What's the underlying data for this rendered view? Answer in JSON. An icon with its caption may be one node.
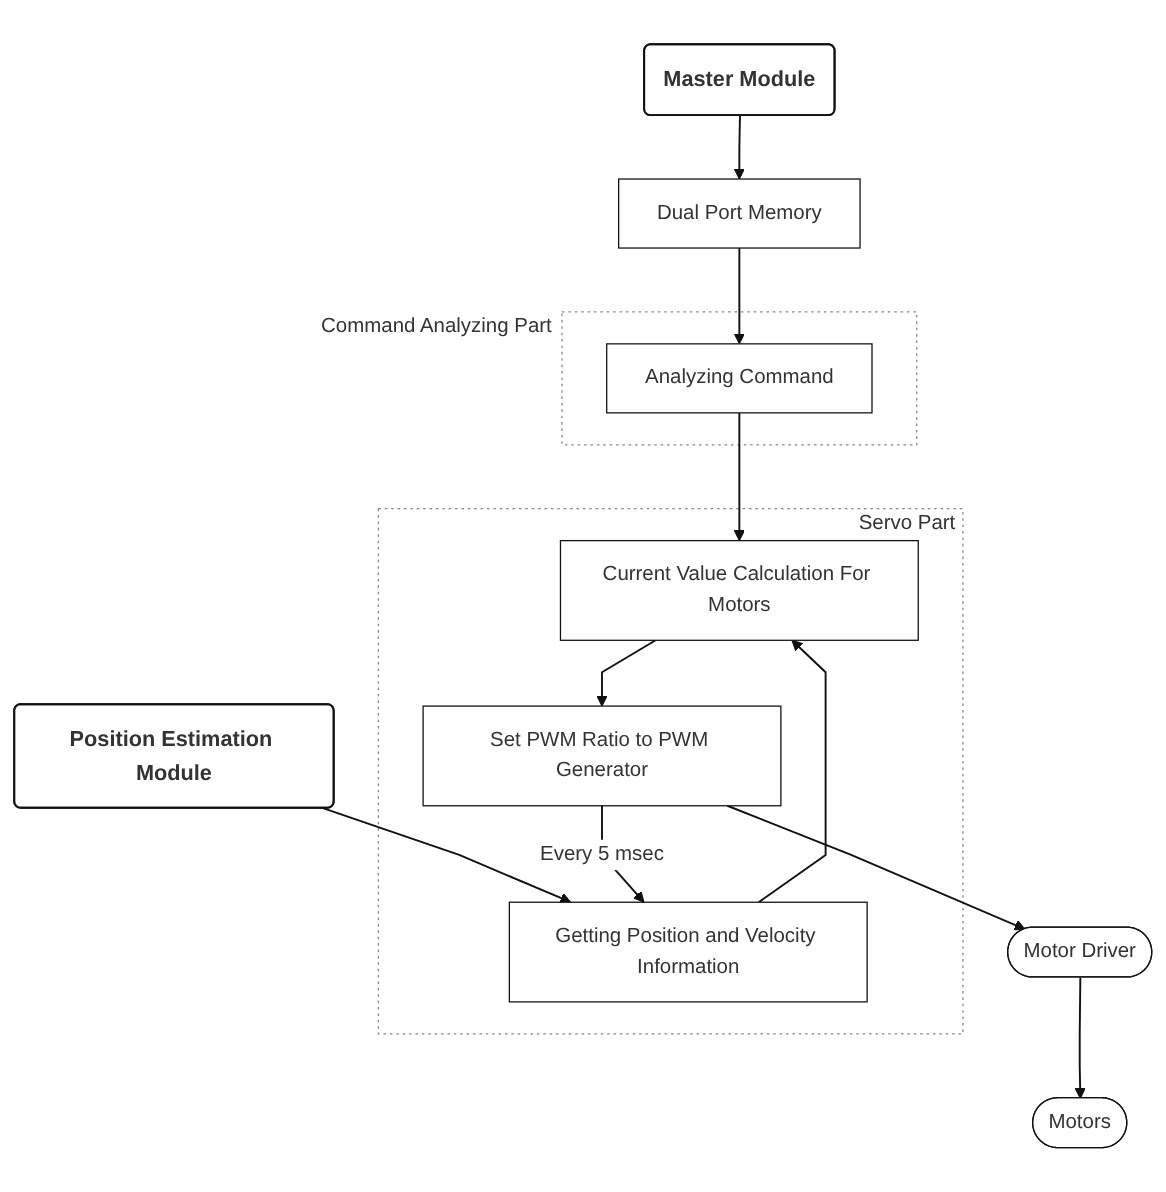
{
  "diagram": {
    "nodes": [
      {
        "text": [
          "Master Module"
        ]
      },
      {
        "text": [
          "Position Estimation Module"
        ]
      },
      {
        "text": [
          "Dual Port Memory"
        ]
      },
      {
        "text": [
          "Command Analyzing Part"
        ]
      },
      {
        "text": [
          "Analyzing Command"
        ],
        "in": 3
      },
      {
        "text": [
          "Servo Part"
        ]
      },
      {
        "text": [
          "Getting Position and Velocity Information"
        ],
        "in": 5
      },
      {
        "text": [
          "Current Value Calculation For Motors"
        ],
        "in": 5
      },
      {
        "text": [
          "Set PWM Ratio to PWM Generator"
        ],
        "in": 5
      },
      {
        "text": [
          "Motor Driver"
        ]
      },
      {
        "text": [
          "Motors"
        ]
      }
    ],
    "edges": [
      {
        "from": 0,
        "to": 2,
        "arrow": "to"
      },
      {
        "from": 2,
        "to": 4,
        "arrow": "to"
      },
      {
        "from": 1,
        "to": 6,
        "arrow": "to"
      },
      {
        "from": 6,
        "to": 7,
        "arrow": "to"
      },
      {
        "from": 4,
        "to": 7,
        "arrow": "to"
      },
      {
        "from": 7,
        "to": 8,
        "arrow": "to"
      },
      {
        "from": 8,
        "to": 6,
        "arrow": "to",
        "label": "Every 5 msec"
      },
      {
        "from": 8,
        "to": 9,
        "arrow": "to"
      },
      {
        "from": 9,
        "to": 10,
        "arrow": "to"
      }
    ]
  }
}
